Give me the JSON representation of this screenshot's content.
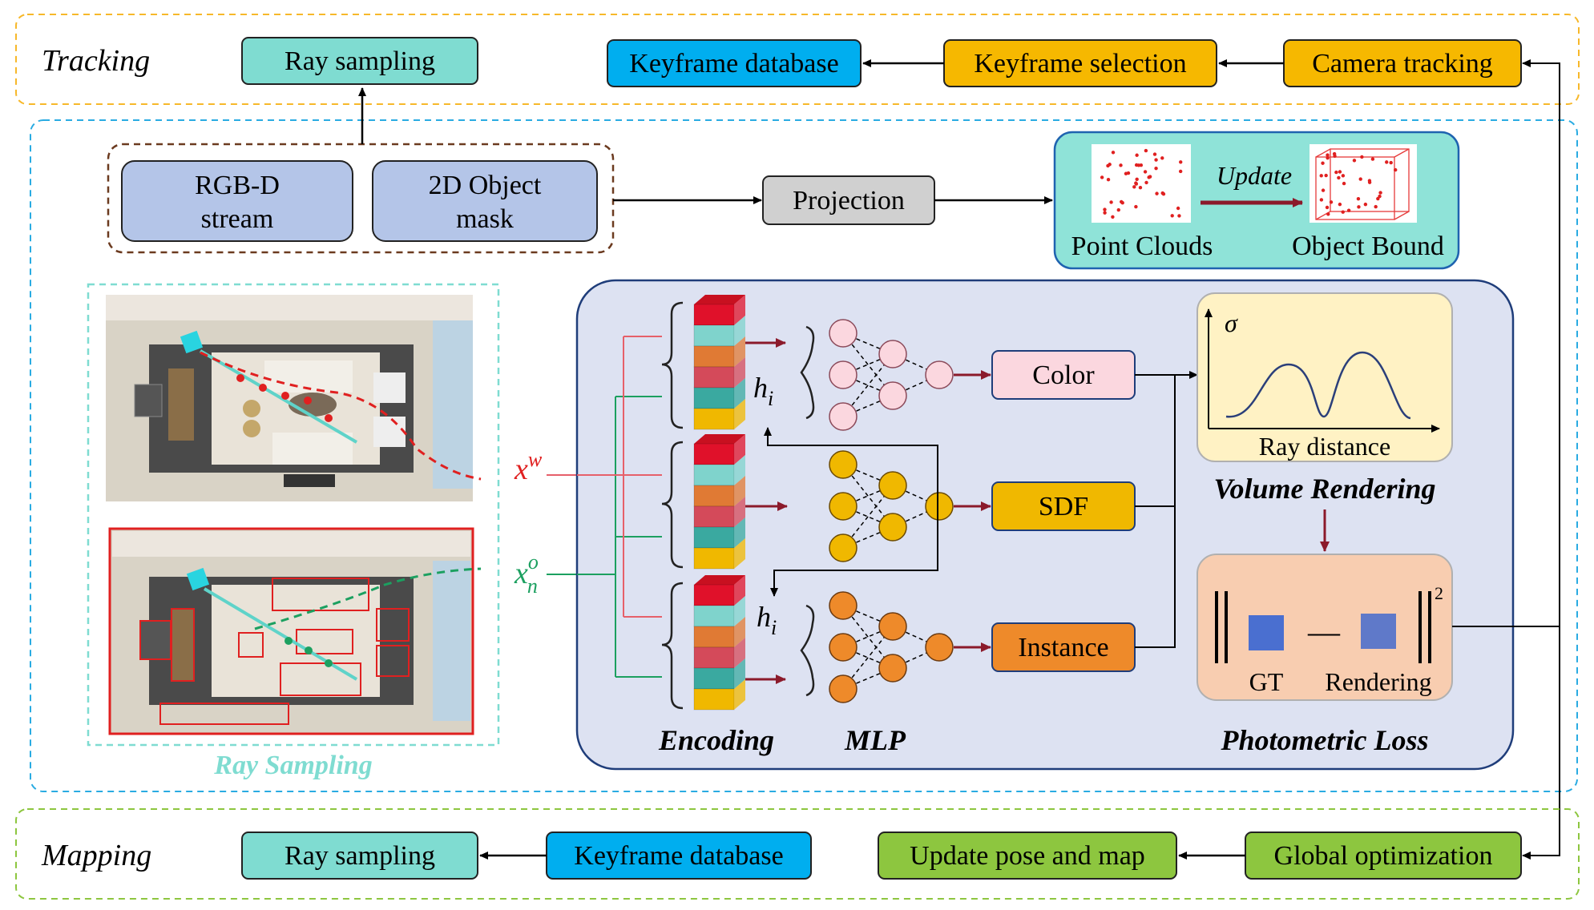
{
  "tracking": {
    "section_label": "Tracking",
    "ray_sampling": "Ray sampling",
    "keyframe_database": "Keyframe database",
    "keyframe_selection": "Keyframe selection",
    "camera_tracking": "Camera tracking"
  },
  "inputs": {
    "rgbd_line1": "RGB-D",
    "rgbd_line2": "stream",
    "mask_line1": "2D Object",
    "mask_line2": "mask"
  },
  "projection": "Projection",
  "bound_panel": {
    "point_clouds": "Point Clouds",
    "update": "Update",
    "object_bound": "Object Bound"
  },
  "ray_panel": {
    "caption": "Ray Sampling",
    "xw_base": "x",
    "xw_sup": "w",
    "xo_base": "x",
    "xo_sup": "o",
    "xo_sub": "n"
  },
  "network": {
    "hi_base": "h",
    "hi_sub": "i",
    "color": "Color",
    "sdf": "SDF",
    "instance": "Instance",
    "encoding": "Encoding",
    "mlp": "MLP"
  },
  "volume_rendering": {
    "sigma": "σ",
    "ray_distance": "Ray distance",
    "title": "Volume Rendering"
  },
  "photometric": {
    "gt": "GT",
    "rendering": "Rendering",
    "minus": "—",
    "exponent": "2",
    "title": "Photometric Loss"
  },
  "mapping": {
    "section_label": "Mapping",
    "ray_sampling": "Ray sampling",
    "keyframe_database": "Keyframe database",
    "update_pose": "Update pose and map",
    "global_optimization": "Global optimization"
  },
  "colors": {
    "teal_box": "#7fdcd1",
    "blue_box": "#00aeef",
    "orange_box": "#f6b800",
    "lavender_box": "#b4c5e8",
    "green_box": "#8dc63f",
    "mlp_yellow": "#f0b800",
    "mlp_orange": "#ee8a2a",
    "mlp_pink": "#fbd7df",
    "dark_red_arrow": "#8b1a2b"
  }
}
